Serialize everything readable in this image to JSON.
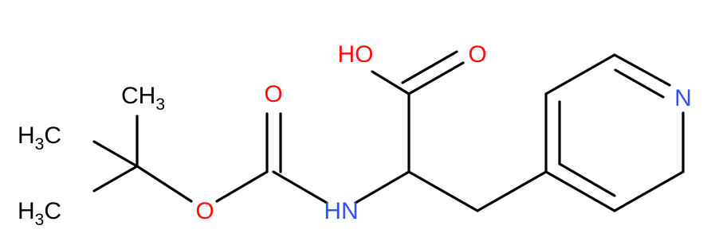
{
  "molecule": {
    "colors": {
      "carbon_bond": "#000000",
      "oxygen": "#ff0d0d",
      "nitrogen": "#3050f8",
      "background": "#ffffff"
    },
    "labels": {
      "hydroxyl": "HO",
      "acid_carbonyl_oxygen": "O",
      "carbamate_carbonyl_oxygen": "O",
      "ester_oxygen": "O",
      "amide_nitrogen": "HN",
      "pyridine_nitrogen": "N",
      "methyl_top": {
        "main": "CH",
        "sub": "3"
      },
      "methyl_left_upper": {
        "main": "H",
        "sub": "3",
        "end": "C"
      },
      "methyl_left_lower": {
        "main": "H",
        "sub": "3",
        "end": "C"
      }
    }
  }
}
